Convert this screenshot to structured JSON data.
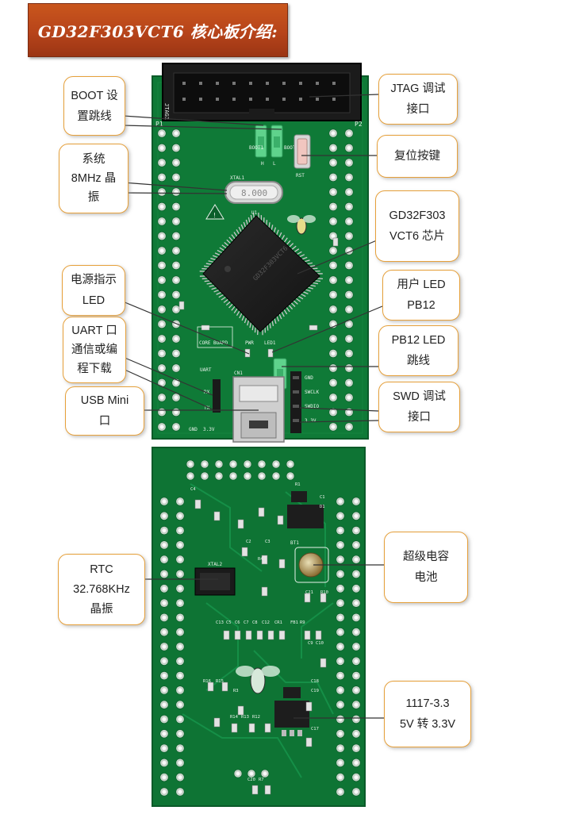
{
  "title": "GD32F303VCT6 核心板介绍:",
  "colors": {
    "pcb_green": "#0f7a37",
    "pcb_dark": "#0b5e2a",
    "silk": "#e8f2ea",
    "accent": "#e6a03a",
    "banner": "#b7441a"
  },
  "callouts": {
    "boot": [
      "BOOT 设",
      "置跳线"
    ],
    "sys_osc": [
      "系统",
      "8MHz 晶",
      "振"
    ],
    "power_led": [
      "电源指示",
      "LED"
    ],
    "uart": [
      "UART 口",
      "通信或编",
      "程下载"
    ],
    "usb": [
      "USB Mini",
      "口"
    ],
    "jtag": [
      "JTAG 调试",
      "接口"
    ],
    "reset": [
      "复位按键"
    ],
    "mcu": [
      "GD32F303",
      "VCT6 芯片"
    ],
    "user_led": [
      "用户 LED",
      "PB12"
    ],
    "pb12_jumper": [
      "PB12 LED",
      "跳线"
    ],
    "swd": [
      "SWD 调试",
      "接口"
    ],
    "rtc": [
      "RTC",
      "32.768KHz",
      "晶振"
    ],
    "supercap": [
      "超级电容",
      "电池"
    ],
    "ldo": [
      "1117-3.3",
      "5V 转 3.3V"
    ]
  },
  "board_top": {
    "header_p1": "P1",
    "header_p2": "P2",
    "jtag_label": "JTAG1",
    "boot_labels": [
      "BOOT1",
      "BOOT0"
    ],
    "boot_levels": [
      "H",
      "L"
    ],
    "xtal_label": "XTAL1",
    "xtal_text": "8.000",
    "chip_ref": "U1",
    "chip_mark": "GD32F303VCT6",
    "reset_label": "RST",
    "pwr_label": "PWR",
    "led_label": "LED1",
    "uart_label": "UART",
    "uart_pins": [
      "RX",
      "TX"
    ],
    "usb_label": "CN1",
    "swd_pins": [
      "GND",
      "SWCLK",
      "SWDIO",
      "3.3V"
    ],
    "bottom_pins": [
      "GND",
      "3.3V"
    ],
    "board_name": "CORE BOARD"
  },
  "board_bottom": {
    "xtal_label": "XTAL2",
    "bt_label": "BT1",
    "refs": [
      "C4",
      "R1",
      "C1",
      "D1",
      "C2",
      "C3",
      "R4",
      "C21",
      "R10",
      "C13",
      "C5",
      "C6",
      "C7",
      "C8",
      "C12",
      "CR1",
      "FB1",
      "R9",
      "C9",
      "C10",
      "R16",
      "R15",
      "R3",
      "R14",
      "R13",
      "R12",
      "C18",
      "C19",
      "C17",
      "C20",
      "R7"
    ]
  }
}
